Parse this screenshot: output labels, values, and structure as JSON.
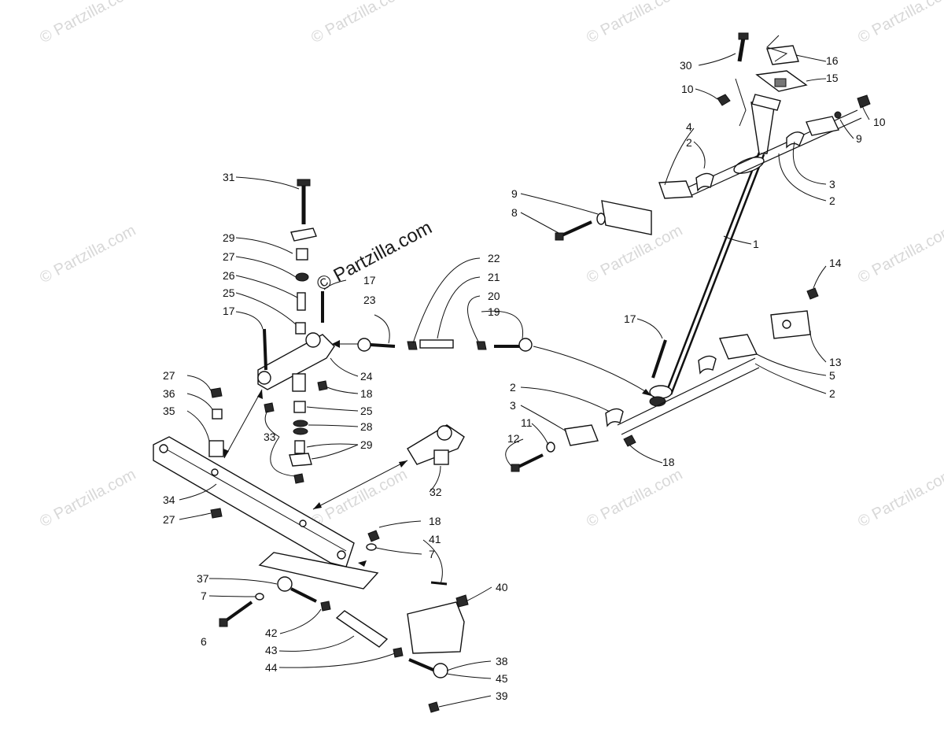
{
  "watermark": {
    "repeat_text": "© Partzilla.com",
    "main_text": "© Partzilla.com"
  },
  "callouts": [
    "30",
    "16",
    "15",
    "10",
    "10",
    "9",
    "4",
    "2",
    "3",
    "2",
    "9",
    "8",
    "1",
    "14",
    "13",
    "5",
    "2",
    "17",
    "2",
    "3",
    "11",
    "12",
    "18",
    "22",
    "21",
    "20",
    "19",
    "23",
    "17",
    "31",
    "29",
    "27",
    "26",
    "25",
    "17",
    "24",
    "18",
    "27",
    "36",
    "35",
    "25",
    "28",
    "29",
    "33",
    "34",
    "27",
    "32",
    "18",
    "41",
    "7",
    "37",
    "7",
    "6",
    "42",
    "43",
    "44",
    "40",
    "38",
    "45",
    "39"
  ],
  "colors": {
    "ink": "#111111",
    "watermark": "#d8d8d8",
    "paper": "#ffffff"
  }
}
